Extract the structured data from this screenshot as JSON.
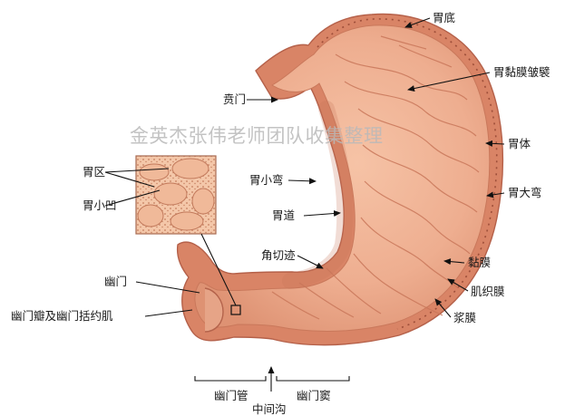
{
  "watermark": "金英杰张伟老师团队收集整理",
  "labels": {
    "fundus": "胃底",
    "gastric_folds": "胃黏膜皱襞",
    "cardia": "贲门",
    "body": "胃体",
    "lesser_curvature": "胃小弯",
    "greater_curvature": "胃大弯",
    "gastric_areas": "胃区",
    "gastric_pits": "胃小凹",
    "gastric_canal": "胃道",
    "angular_incisure": "角切迹",
    "mucosa": "黏膜",
    "pylorus": "幽门",
    "muscularis": "肌织膜",
    "pyloric_valve": "幽门瓣及幽门括约肌",
    "serosa": "浆膜",
    "pyloric_canal": "幽门管",
    "pyloric_antrum": "幽门窦",
    "intermediate_groove": "中间沟"
  }
}
